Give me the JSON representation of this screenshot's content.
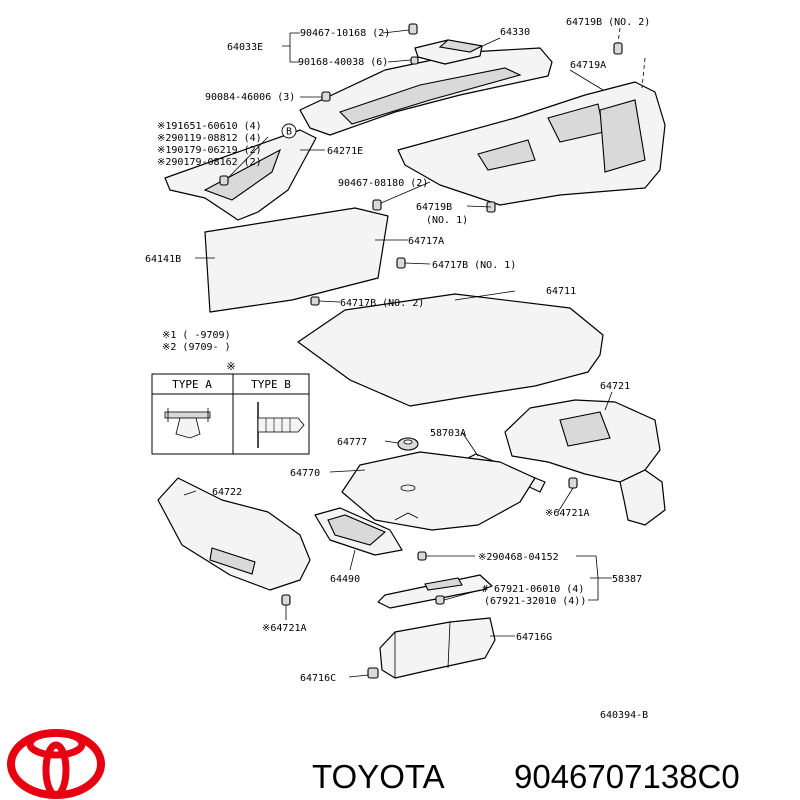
{
  "labels": {
    "l_90467_10168": "90467-10168 (2)",
    "l_64033E": "64033E",
    "l_90168_40038": "90168-40038 (6)",
    "l_64330": "64330",
    "l_64719B2": "64719B (NO. 2)",
    "l_64719A": "64719A",
    "l_90084_46006": "90084-46006 (3)",
    "l_191651": "※191651-60610 (4)",
    "l_290119": "※290119-08812 (4)",
    "l_190179": "※190179-06219 (2)",
    "l_290179": "※290179-08162 (2)",
    "l_64271E": "64271E",
    "l_90467_08180": "90467-08180 (2)",
    "l_64719B1a": "64719B",
    "l_64719B1b": "(NO. 1)",
    "l_64717A": "64717A",
    "l_64141B": "64141B",
    "l_64717B1": "64717B (NO. 1)",
    "l_64711": "64711",
    "l_64717B2": "64717B (NO. 2)",
    "l_note1": "※1 (      -9709)",
    "l_note2": "※2 (9709-      )",
    "l_64721": "64721",
    "l_64777": "64777",
    "l_58703A": "58703A",
    "l_64770": "64770",
    "l_64722": "64722",
    "l_64721A_r": "※64721A",
    "l_64490": "64490",
    "l_290468": "※290468-04152",
    "l_58387": "58387",
    "l_67921_06010": "# 67921-06010 (4)",
    "l_67921_32010": "(67921-32010 (4))",
    "l_64721A_l": "※64721A",
    "l_64716G": "64716G",
    "l_64716C": "64716C",
    "l_640394": "640394-B"
  },
  "type_table": {
    "marker": "※",
    "type_a": "TYPE A",
    "type_b": "TYPE B"
  },
  "callout_b": "B",
  "title": {
    "brand": "TOYOTA",
    "part_number": "9046707138C0"
  },
  "colors": {
    "logo_red": "#e60012",
    "ink": "#000000"
  }
}
